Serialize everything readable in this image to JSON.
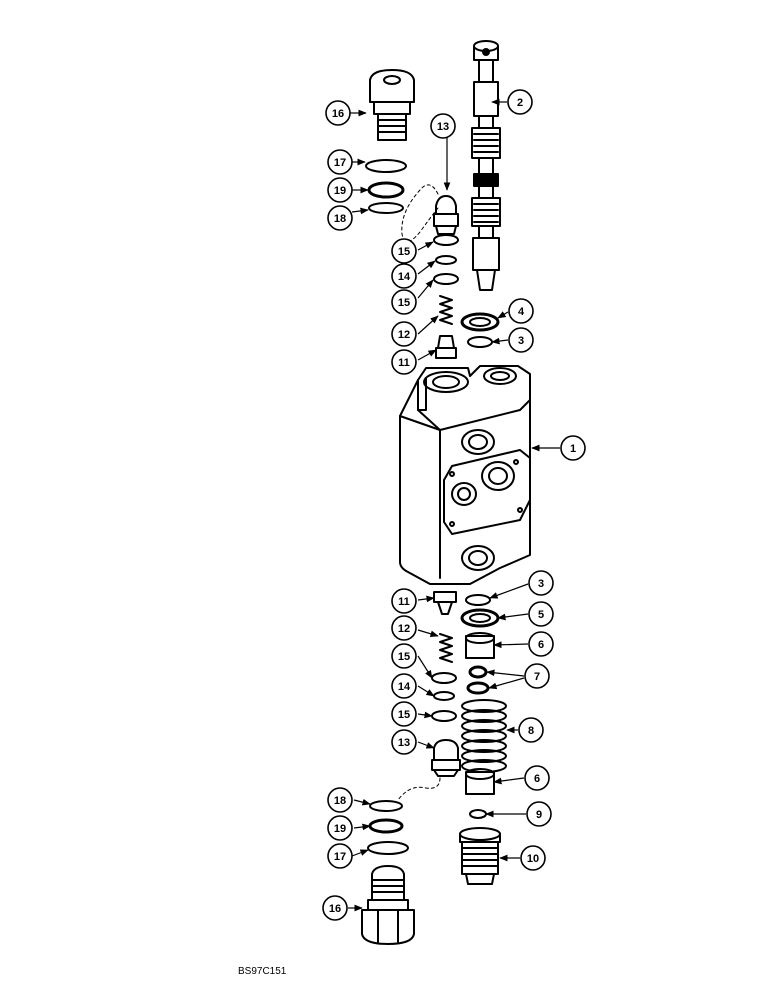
{
  "figure_code": "BS97C151",
  "callouts": [
    {
      "id": "c2",
      "label": "2"
    },
    {
      "id": "c16-top",
      "label": "16"
    },
    {
      "id": "c13-top",
      "label": "13"
    },
    {
      "id": "c17-top",
      "label": "17"
    },
    {
      "id": "c19-top",
      "label": "19"
    },
    {
      "id": "c18-top",
      "label": "18"
    },
    {
      "id": "c15-a",
      "label": "15"
    },
    {
      "id": "c14-top",
      "label": "14"
    },
    {
      "id": "c15-b",
      "label": "15"
    },
    {
      "id": "c12-top",
      "label": "12"
    },
    {
      "id": "c4",
      "label": "4"
    },
    {
      "id": "c3-top",
      "label": "3"
    },
    {
      "id": "c11-top",
      "label": "11"
    },
    {
      "id": "c1",
      "label": "1"
    },
    {
      "id": "c3-bottom",
      "label": "3"
    },
    {
      "id": "c11-bottom",
      "label": "11"
    },
    {
      "id": "c5",
      "label": "5"
    },
    {
      "id": "c12-bottom",
      "label": "12"
    },
    {
      "id": "c6-top",
      "label": "6"
    },
    {
      "id": "c15-c",
      "label": "15"
    },
    {
      "id": "c7",
      "label": "7"
    },
    {
      "id": "c14-bottom",
      "label": "14"
    },
    {
      "id": "c15-d",
      "label": "15"
    },
    {
      "id": "c8",
      "label": "8"
    },
    {
      "id": "c13-bottom",
      "label": "13"
    },
    {
      "id": "c6-bottom",
      "label": "6"
    },
    {
      "id": "c18-bottom",
      "label": "18"
    },
    {
      "id": "c9",
      "label": "9"
    },
    {
      "id": "c19-bottom",
      "label": "19"
    },
    {
      "id": "c17-bottom",
      "label": "17"
    },
    {
      "id": "c10",
      "label": "10"
    },
    {
      "id": "c16-bottom",
      "label": "16"
    }
  ]
}
